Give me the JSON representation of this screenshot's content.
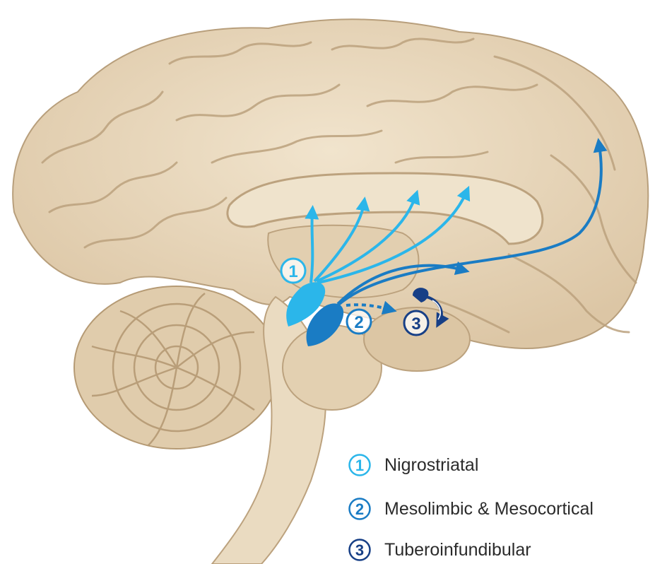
{
  "colors": {
    "nigrostriatal": "#2bb6ea",
    "mesolimbic": "#1a7cc4",
    "tuberoinfundibular": "#173f86",
    "brain_tissue": "#e9d9bf",
    "brain_shadow": "#c8b395"
  },
  "markers": {
    "one": "1",
    "two": "2",
    "three": "3"
  },
  "legend": [
    {
      "number": "1",
      "label": "Nigrostriatal",
      "color": "#2bb6ea"
    },
    {
      "number": "2",
      "label": "Mesolimbic & Mesocortical",
      "color": "#1a7cc4"
    },
    {
      "number": "3",
      "label": "Tuberoinfundibular",
      "color": "#173f86"
    }
  ]
}
